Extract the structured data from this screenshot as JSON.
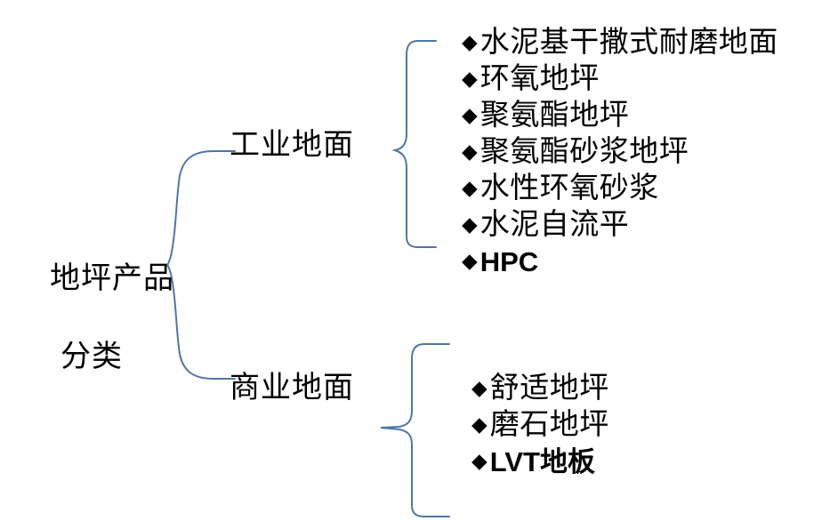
{
  "diagram": {
    "type": "bracket-tree",
    "stroke_color": "#4f76a8",
    "text_color": "#000000",
    "background_color": "#ffffff",
    "root": {
      "line1": "地坪产品",
      "line2": "分类"
    },
    "branches": [
      {
        "label": "工业地面",
        "bullet": "◆",
        "items": [
          {
            "text": "水泥基干撒式耐磨地面",
            "script": "han"
          },
          {
            "text": "环氧地坪",
            "script": "han"
          },
          {
            "text": "聚氨酯地坪",
            "script": "han"
          },
          {
            "text": "聚氨酯砂浆地坪",
            "script": "han"
          },
          {
            "text": "水性环氧砂浆",
            "script": "han"
          },
          {
            "text": "水泥自流平",
            "script": "han"
          },
          {
            "text": "HPC",
            "script": "latin"
          }
        ]
      },
      {
        "label": "商业地面",
        "bullet": "◆",
        "items": [
          {
            "text": "舒适地坪",
            "script": "han"
          },
          {
            "text": "磨石地坪",
            "script": "han"
          },
          {
            "text": "LVT地板",
            "script": "latin-mixed"
          }
        ]
      }
    ]
  }
}
